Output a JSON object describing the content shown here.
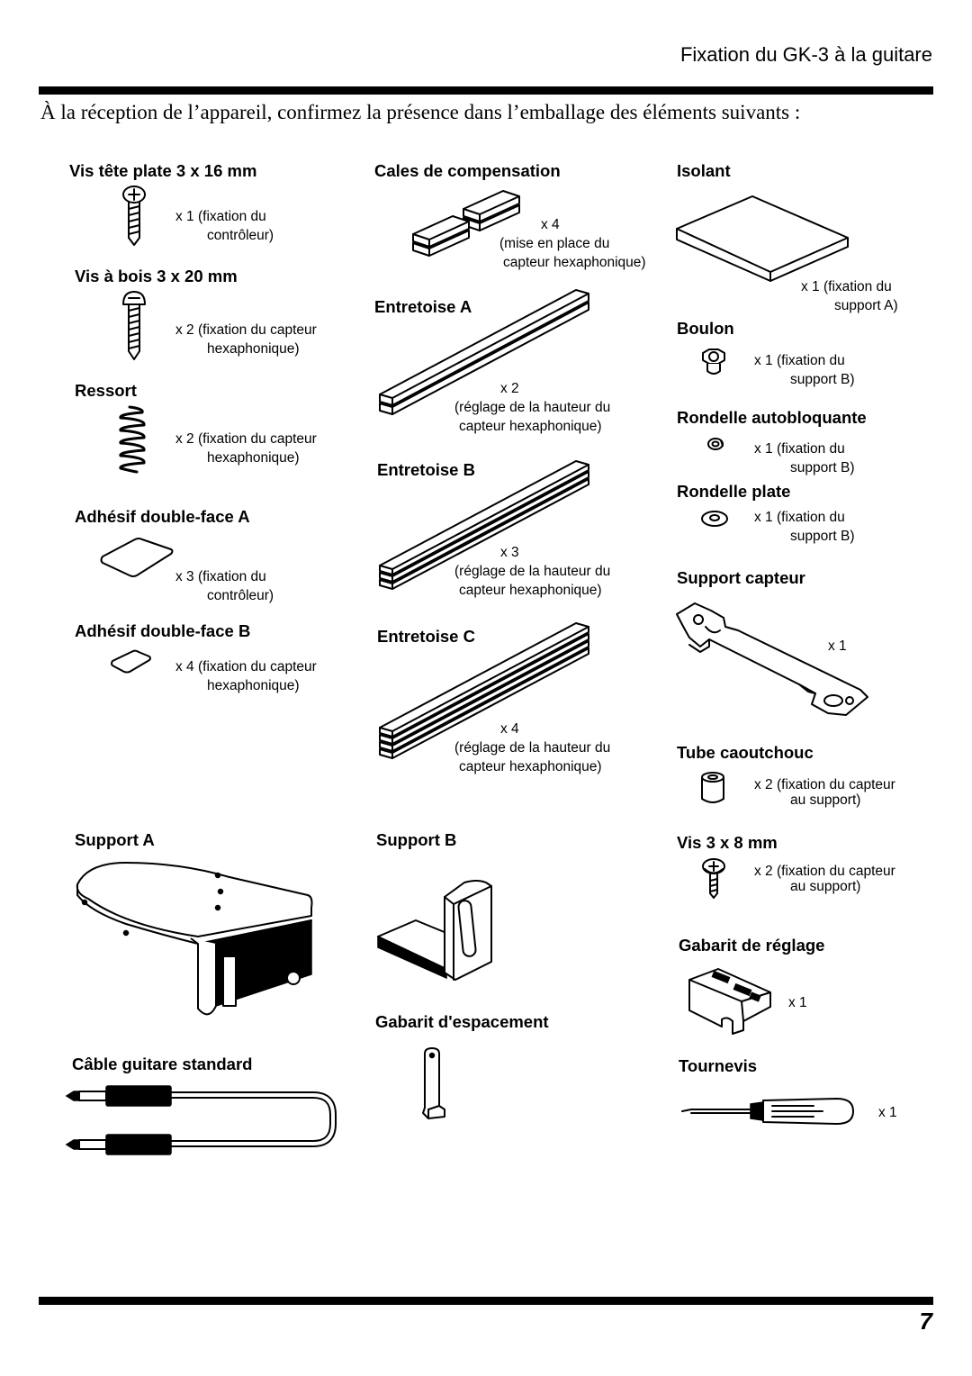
{
  "header": {
    "title": "Fixation du GK-3 à la guitare"
  },
  "intro": "À la réception de l’appareil, confirmez la présence dans l’emballage des éléments suivants :",
  "items": {
    "vis_tete_plate": {
      "title": "Vis tête plate 3 x 16 mm",
      "qty1": "x 1 (fixation du",
      "qty2": "contrôleur)"
    },
    "vis_bois": {
      "title": "Vis à bois 3 x 20 mm",
      "qty1": "x 2 (fixation du capteur",
      "qty2": "hexaphonique)"
    },
    "ressort": {
      "title": "Ressort",
      "qty1": "x 2 (fixation du capteur",
      "qty2": "hexaphonique)"
    },
    "adhesif_a": {
      "title": "Adhésif double-face A",
      "qty1": "x 3 (fixation du",
      "qty2": "contrôleur)"
    },
    "adhesif_b": {
      "title": "Adhésif double-face B",
      "qty1": "x 4 (fixation du capteur",
      "qty2": "hexaphonique)"
    },
    "support_a": {
      "title": "Support A"
    },
    "cable": {
      "title": "Câble guitare standard"
    },
    "cales": {
      "title": "Cales de compensation",
      "qty0": "x 4",
      "qty1": "(mise en place du",
      "qty2": "capteur hexaphonique)"
    },
    "entretoise_a": {
      "title": "Entretoise A",
      "qty0": "x 2",
      "qty1": "(réglage de la hauteur du",
      "qty2": "capteur hexaphonique)"
    },
    "entretoise_b": {
      "title": "Entretoise  B",
      "qty0": "x 3",
      "qty1": "(réglage de la hauteur du",
      "qty2": "capteur hexaphonique)"
    },
    "entretoise_c": {
      "title": "Entretoise  C",
      "qty0": "x 4",
      "qty1": "(réglage de la hauteur du",
      "qty2": "capteur hexaphonique)"
    },
    "support_b": {
      "title": "Support B"
    },
    "gabarit_espacement": {
      "title": "Gabarit d'espacement"
    },
    "isolant": {
      "title": "Isolant",
      "qty1": "x 1  (fixation du",
      "qty2": "support A)"
    },
    "boulon": {
      "title": "Boulon",
      "qty1": "x 1  (fixation du",
      "qty2": "support B)"
    },
    "rondelle_auto": {
      "title": "Rondelle autobloquante",
      "qty1": "x 1  (fixation du",
      "qty2": "support B)"
    },
    "rondelle_plate": {
      "title": "Rondelle plate",
      "qty1": "x 1  (fixation du",
      "qty2": "support B)"
    },
    "support_capteur": {
      "title": "Support capteur",
      "qty1": "x 1"
    },
    "tube": {
      "title": "Tube caoutchouc",
      "qty1": "x 2  (fixation du capteur",
      "qty2": "au support)"
    },
    "vis_3x8": {
      "title": "Vis 3 x 8 mm",
      "qty1": "x 2  (fixation du capteur",
      "qty2": "au support)"
    },
    "gabarit_reglage": {
      "title": "Gabarit de réglage",
      "qty1": "x 1"
    },
    "tournevis": {
      "title": "Tournevis",
      "qty1": "x 1"
    }
  },
  "footer": {
    "page_number": "7"
  }
}
